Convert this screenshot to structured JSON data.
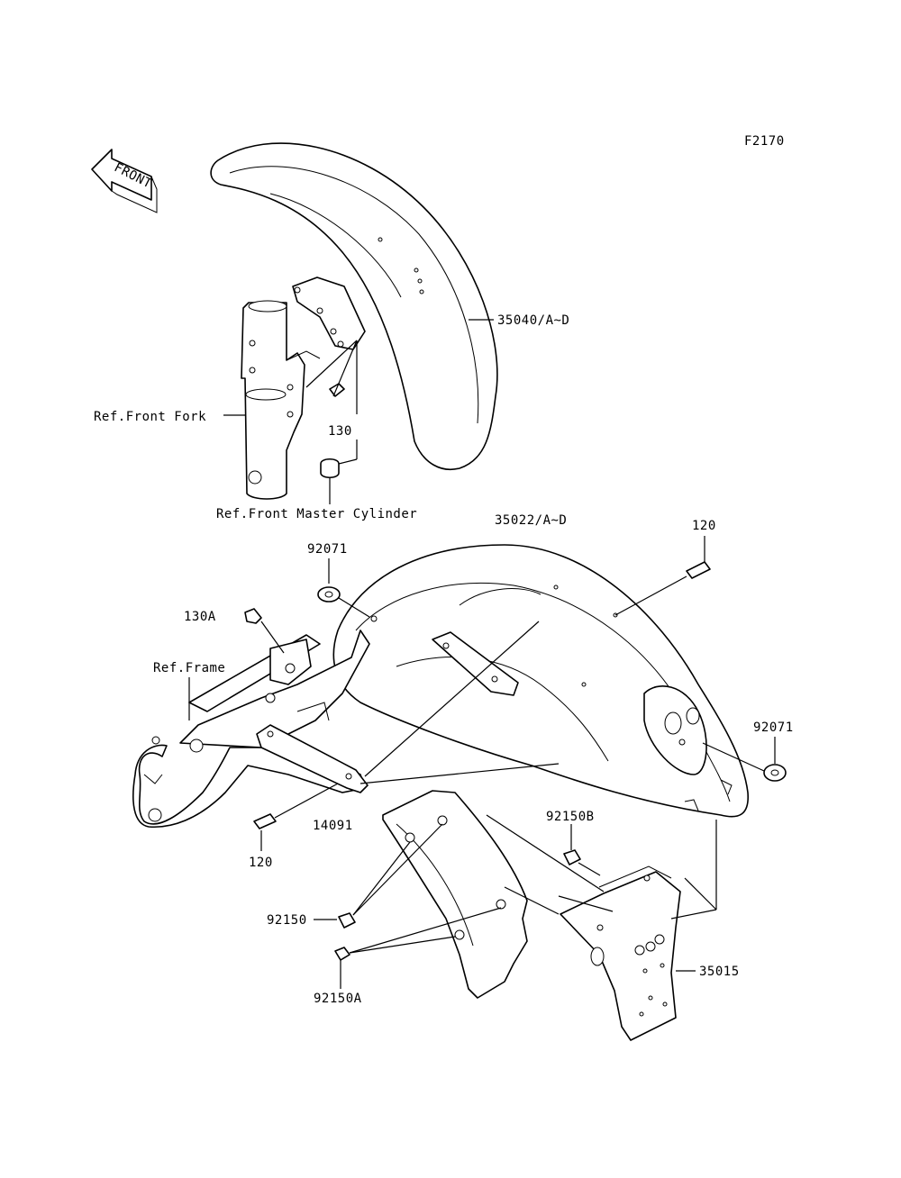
{
  "figure_code": "F2170",
  "front_arrow_text": "FRONT",
  "labels": {
    "front_fender": "35040/A~D",
    "rear_fender": "35022/A~D",
    "ref_front_fork": "Ref.Front Fork",
    "ref_master_cylinder": "Ref.Front Master Cylinder",
    "ref_frame": "Ref.Frame",
    "bolt_130": "130",
    "bolt_130a": "130A",
    "grommet_top": "92071",
    "grommet_right": "92071",
    "bolt_120_top": "120",
    "bolt_120_bottom": "120",
    "stay_14091": "14091",
    "collar_92150b": "92150B",
    "collar_92150": "92150",
    "collar_92150a": "92150A",
    "plate_35015": "35015"
  }
}
